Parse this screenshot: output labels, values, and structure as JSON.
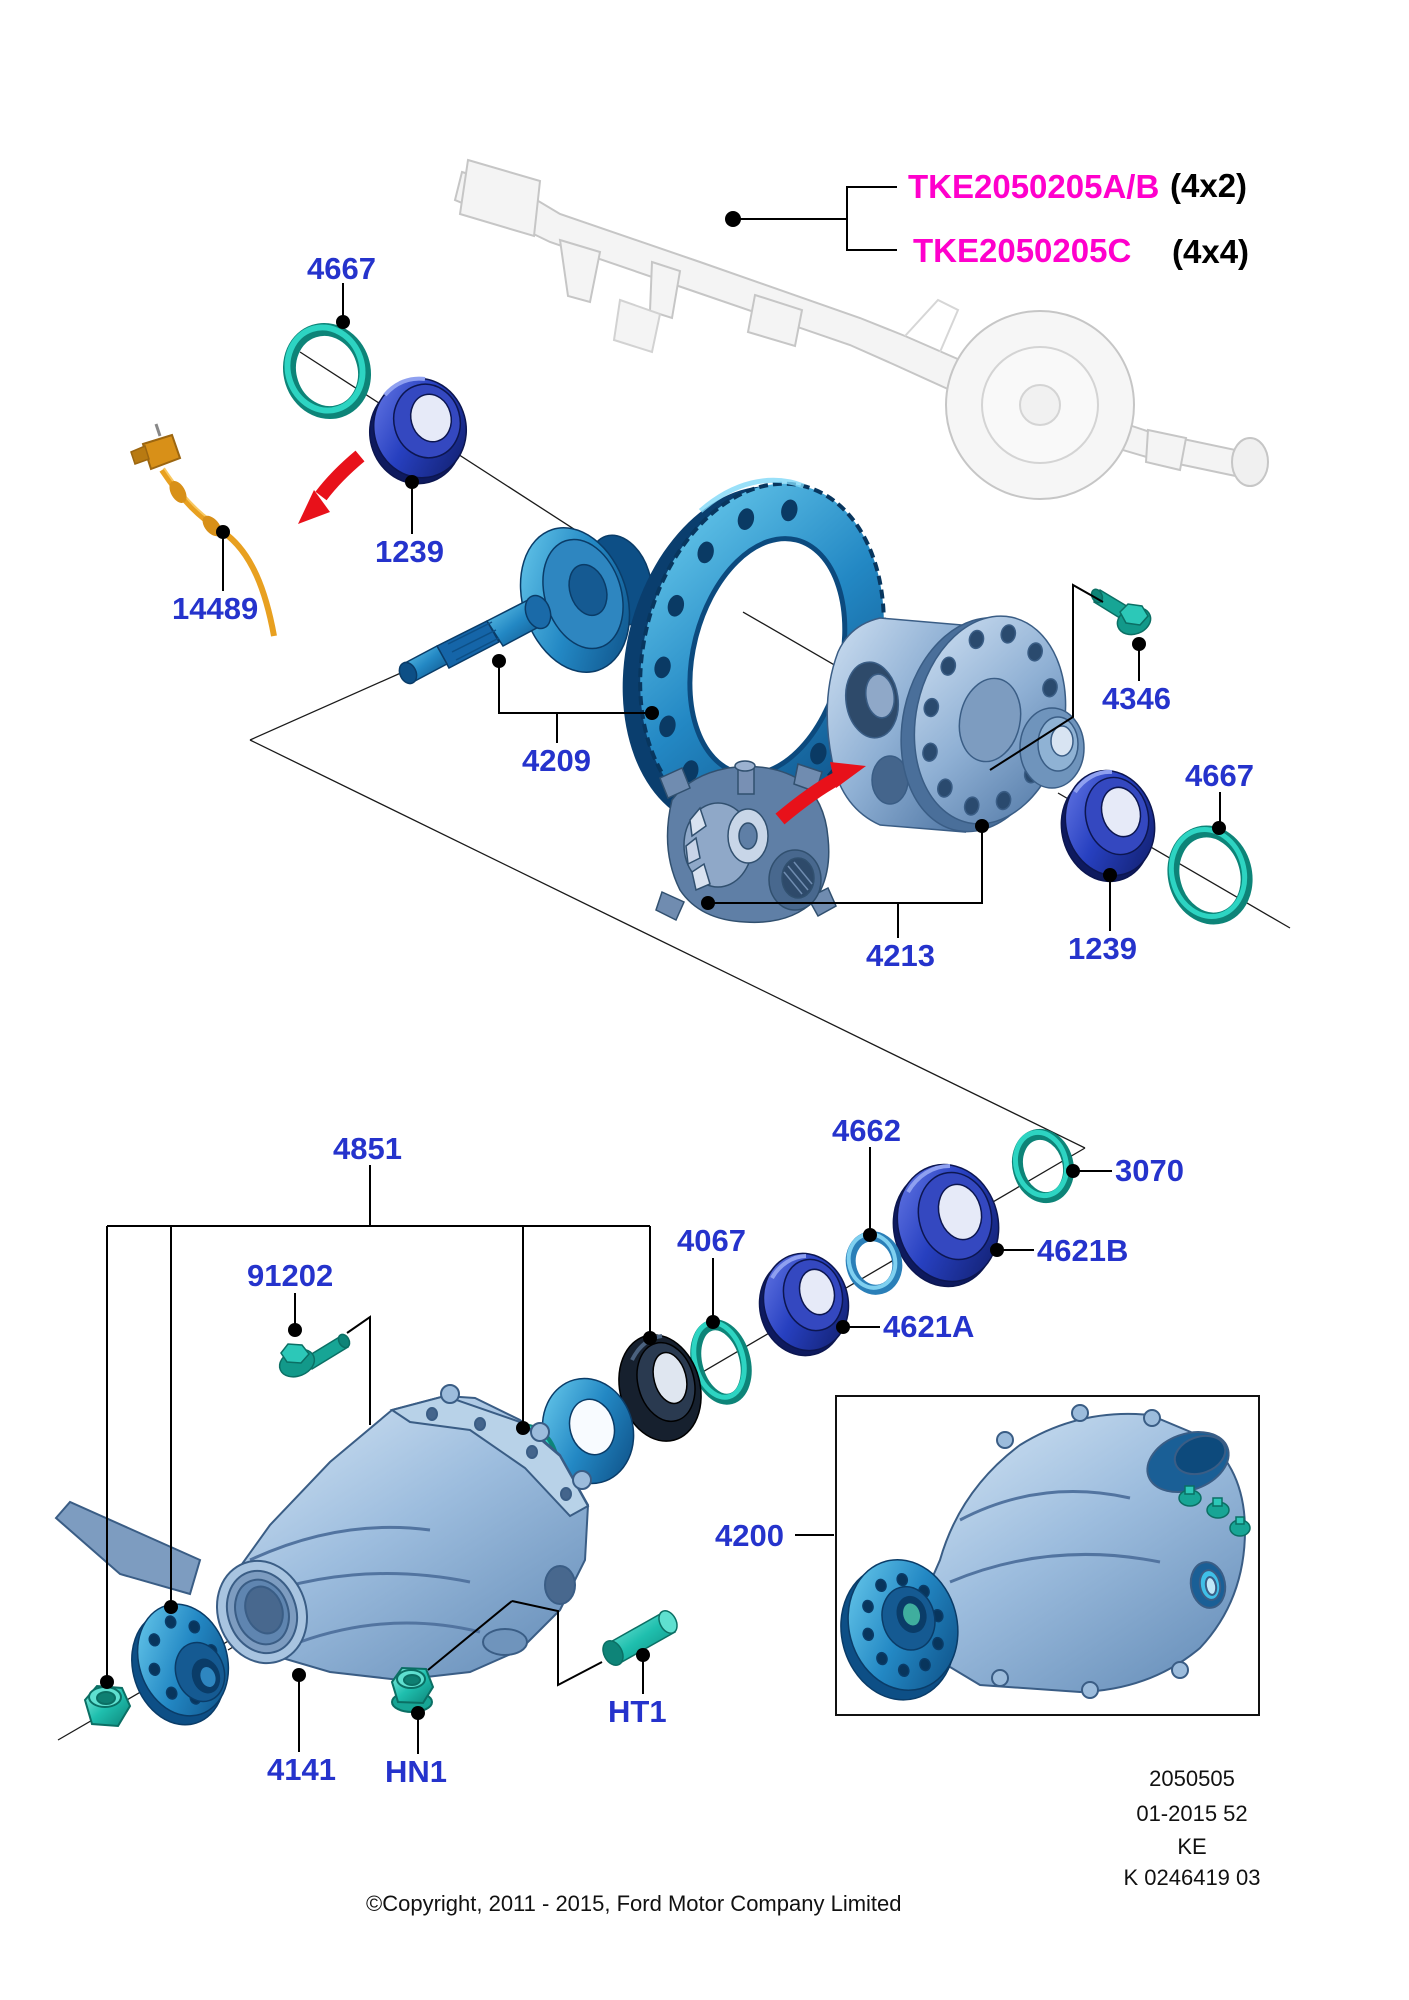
{
  "variants": {
    "tke_a": "TKE2050205A/B",
    "tke_a_drive": "(4x2)",
    "tke_c": "TKE2050205C",
    "tke_c_drive": "(4x4)"
  },
  "callouts": {
    "seal_4667_left": "4667",
    "bearing_1239_left": "1239",
    "sensor_14489": "14489",
    "pinion_4209": "4209",
    "diffcase_4213": "4213",
    "bolt_4346": "4346",
    "seal_4667_right": "4667",
    "bearing_1239_right": "1239",
    "flange_4851": "4851",
    "bolt_91202": "91202",
    "oring_4067": "4067",
    "ring_4662": "4662",
    "bearing_4621a": "4621A",
    "bearing_4621b": "4621B",
    "oring_3070": "3070",
    "housing_4141": "4141",
    "nut_hn1": "HN1",
    "pin_ht1": "HT1",
    "assembly_4200": "4200"
  },
  "footer": {
    "drawing_number": "2050505",
    "date_code": "01-2015 52",
    "market_code": "KE",
    "reference": "K 0246419 03",
    "copyright": "©Copyright, 2011 - 2015, Ford Motor Company Limited"
  },
  "colors": {
    "label_blue": "#2533cc",
    "magenta": "#ff00cc",
    "teal": "#17a595",
    "navy": "#1d2f9e",
    "part_blue": "#2e8ec8",
    "steel_blue": "#8fb3d8",
    "arrow_red": "#e8111a",
    "sensor_orange": "#e8a020",
    "ghost_gray": "#c8c8c8"
  }
}
